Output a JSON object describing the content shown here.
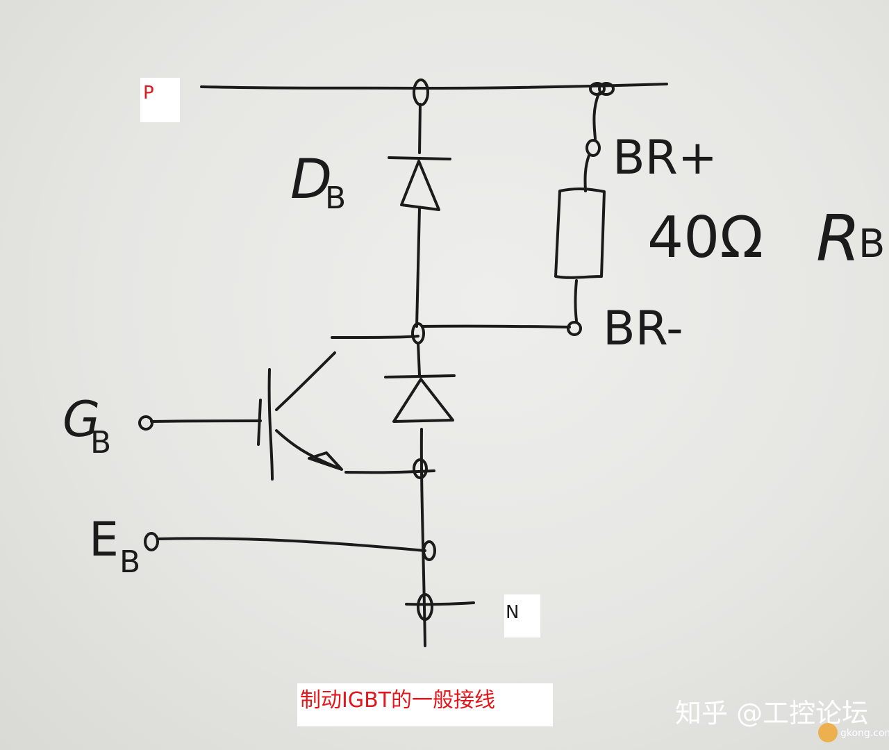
{
  "labels": {
    "p_terminal": "P",
    "n_terminal": "N",
    "diode_label_main": "D",
    "diode_label_sub": "B",
    "br_plus": "BR+",
    "br_minus": "BR-",
    "resistor_value": "40Ω",
    "resistor_name_main": "R",
    "resistor_name_sub": "B",
    "gate_main": "G",
    "gate_sub": "B",
    "emitter_main": "E",
    "emitter_sub": "B"
  },
  "caption": "制动IGBT的一般接线",
  "watermark": {
    "text": "知乎 @工控论坛",
    "site": "gkong.com"
  },
  "colors": {
    "ink": "#1b1b1b",
    "caption_red": "#e3161b",
    "paper": "#e8e8e5"
  }
}
